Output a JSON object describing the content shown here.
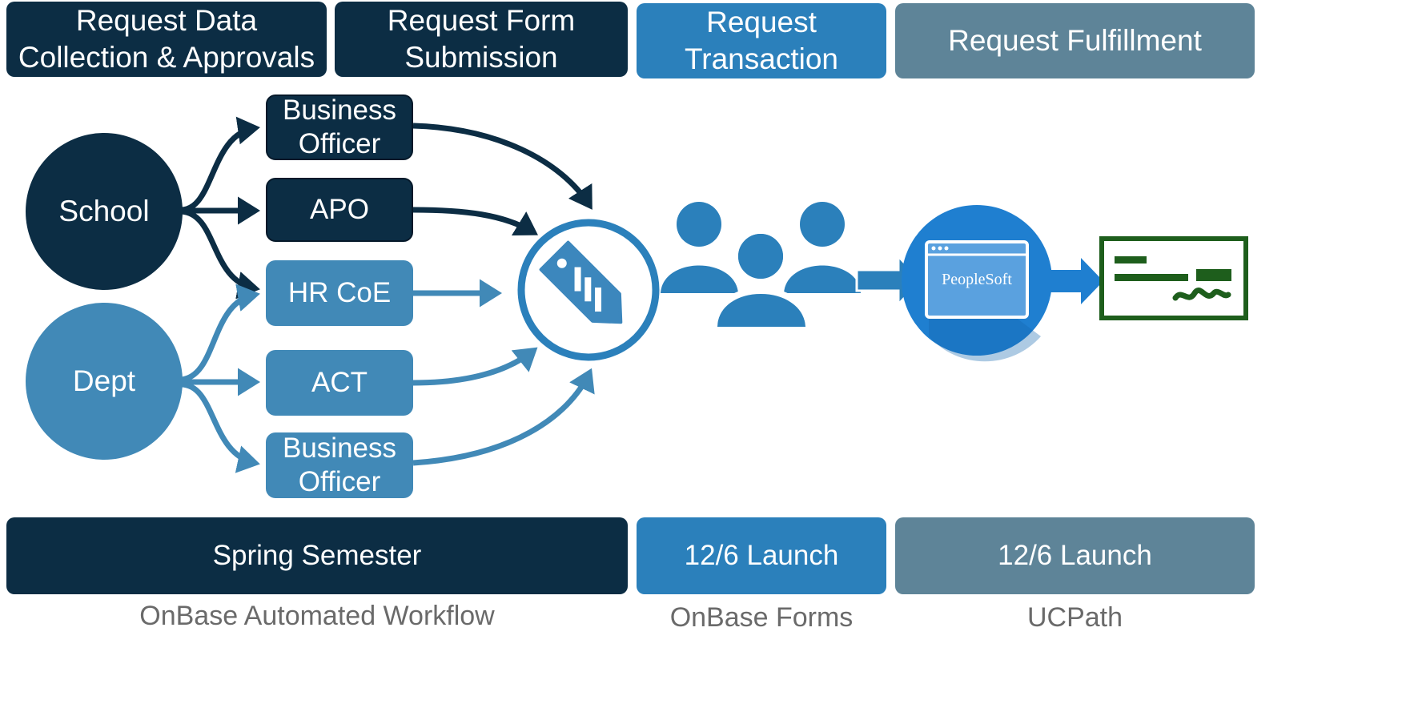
{
  "phases": {
    "collection": "Request Data Collection & Approvals",
    "submission": "Request Form Submission",
    "transaction": "Request Transaction",
    "fulfillment": "Request Fulfillment"
  },
  "sources": {
    "school": "School",
    "dept": "Dept"
  },
  "approvers": {
    "business_officer_1": "Business Officer",
    "apo": "APO",
    "hr_coe": "HR CoE",
    "act": "ACT",
    "business_officer_2": "Business Officer"
  },
  "system": {
    "peoplesoft": "PeopleSoft"
  },
  "timeline": {
    "spring": "Spring Semester",
    "launch_forms": "12/6 Launch",
    "launch_ucpath": "12/6 Launch"
  },
  "platforms": {
    "workflow": "OnBase Automated Workflow",
    "forms": "OnBase Forms",
    "ucpath": "UCPath"
  },
  "colors": {
    "dark_navy": "#0c2d44",
    "mid_blue": "#2b80bb",
    "light_blue": "#4189b7",
    "slate": "#5e8498",
    "check_green": "#1e5e1c"
  },
  "icons": [
    "tag-icon",
    "people-group-icon",
    "arrow-right-icon",
    "peoplesoft-window-icon",
    "check-icon"
  ]
}
